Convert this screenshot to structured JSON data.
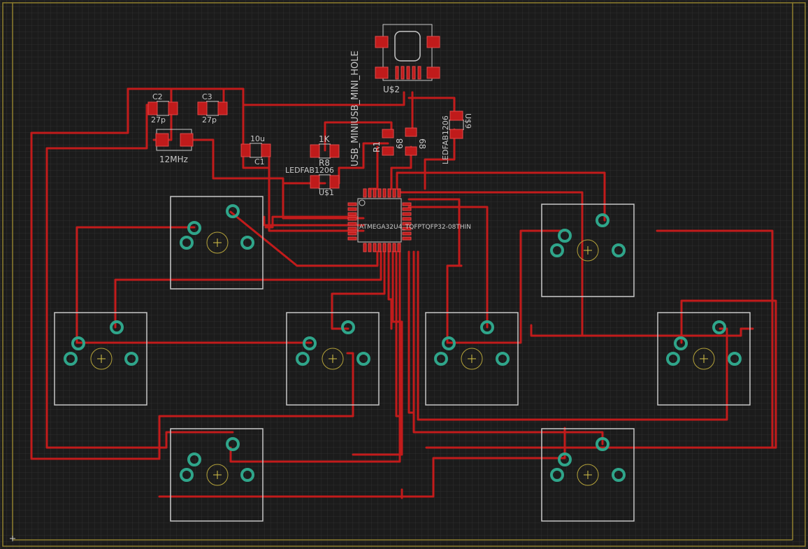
{
  "board": {
    "background": "#1b1b1b",
    "grid_color": "#3a3a3a",
    "outline_color": "#b8a23a",
    "trace_color": "#c21b1b",
    "pad_color": "#c01b1b",
    "thru_pad_color": "#2fa58a",
    "silk_color": "#c8c8c8"
  },
  "labels": {
    "c2": "C2",
    "c2_value": "27p",
    "c3": "C3",
    "c3_value": "27p",
    "crystal": "12MHz",
    "c1": "C1",
    "c1_value": "10u",
    "r8": "R8",
    "r8_value": "1K",
    "u1": "U$1",
    "u1_value": "LEDFAB1206",
    "usb": "USB_MINIUSB_MINI_HOLE",
    "u2": "U$2",
    "r1": "R1",
    "r1_value": "68",
    "r2_value": "68",
    "u9": "U$9",
    "u9_value": "LEDFAB1206",
    "mcu": "ATMEGA32U4_TQFPTQFP32-08THIN"
  },
  "icons": {
    "switch_center": "crosshair-icon"
  }
}
